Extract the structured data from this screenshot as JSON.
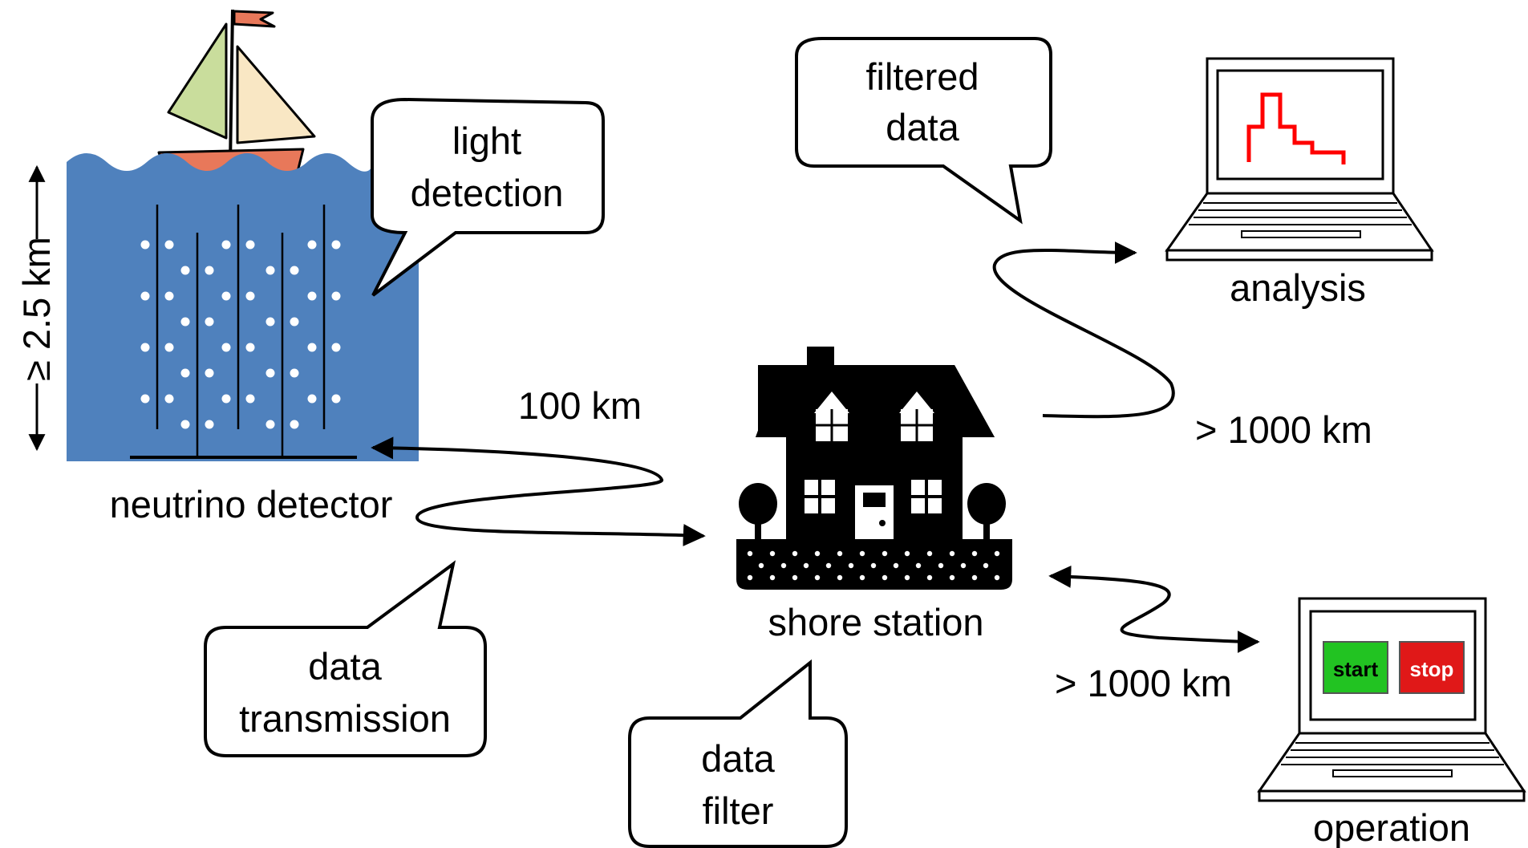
{
  "labels": {
    "depth": "≥ 2.5 km",
    "neutrino_detector": "neutrino detector",
    "shore_station": "shore station",
    "analysis": "analysis",
    "operation": "operation",
    "dist_detector_shore": "100 km",
    "dist_shore_analysis": "> 1000 km",
    "dist_shore_operation": "> 1000 km"
  },
  "bubbles": {
    "light_detection": [
      "light",
      "detection"
    ],
    "filtered_data": [
      "filtered",
      "data"
    ],
    "data_transmission": [
      "data",
      "transmission"
    ],
    "data_filter": [
      "data",
      "filter"
    ]
  },
  "buttons": {
    "start": "start",
    "stop": "stop"
  },
  "colors": {
    "sea": "#4f81bd",
    "hull": "#e8785a",
    "sail_left": "#c9dd9c",
    "sail_right": "#f9e7c4",
    "flag": "#e8785a",
    "histogram": "#ff0000",
    "start_button": "#22c322",
    "stop_button": "#e01818"
  }
}
